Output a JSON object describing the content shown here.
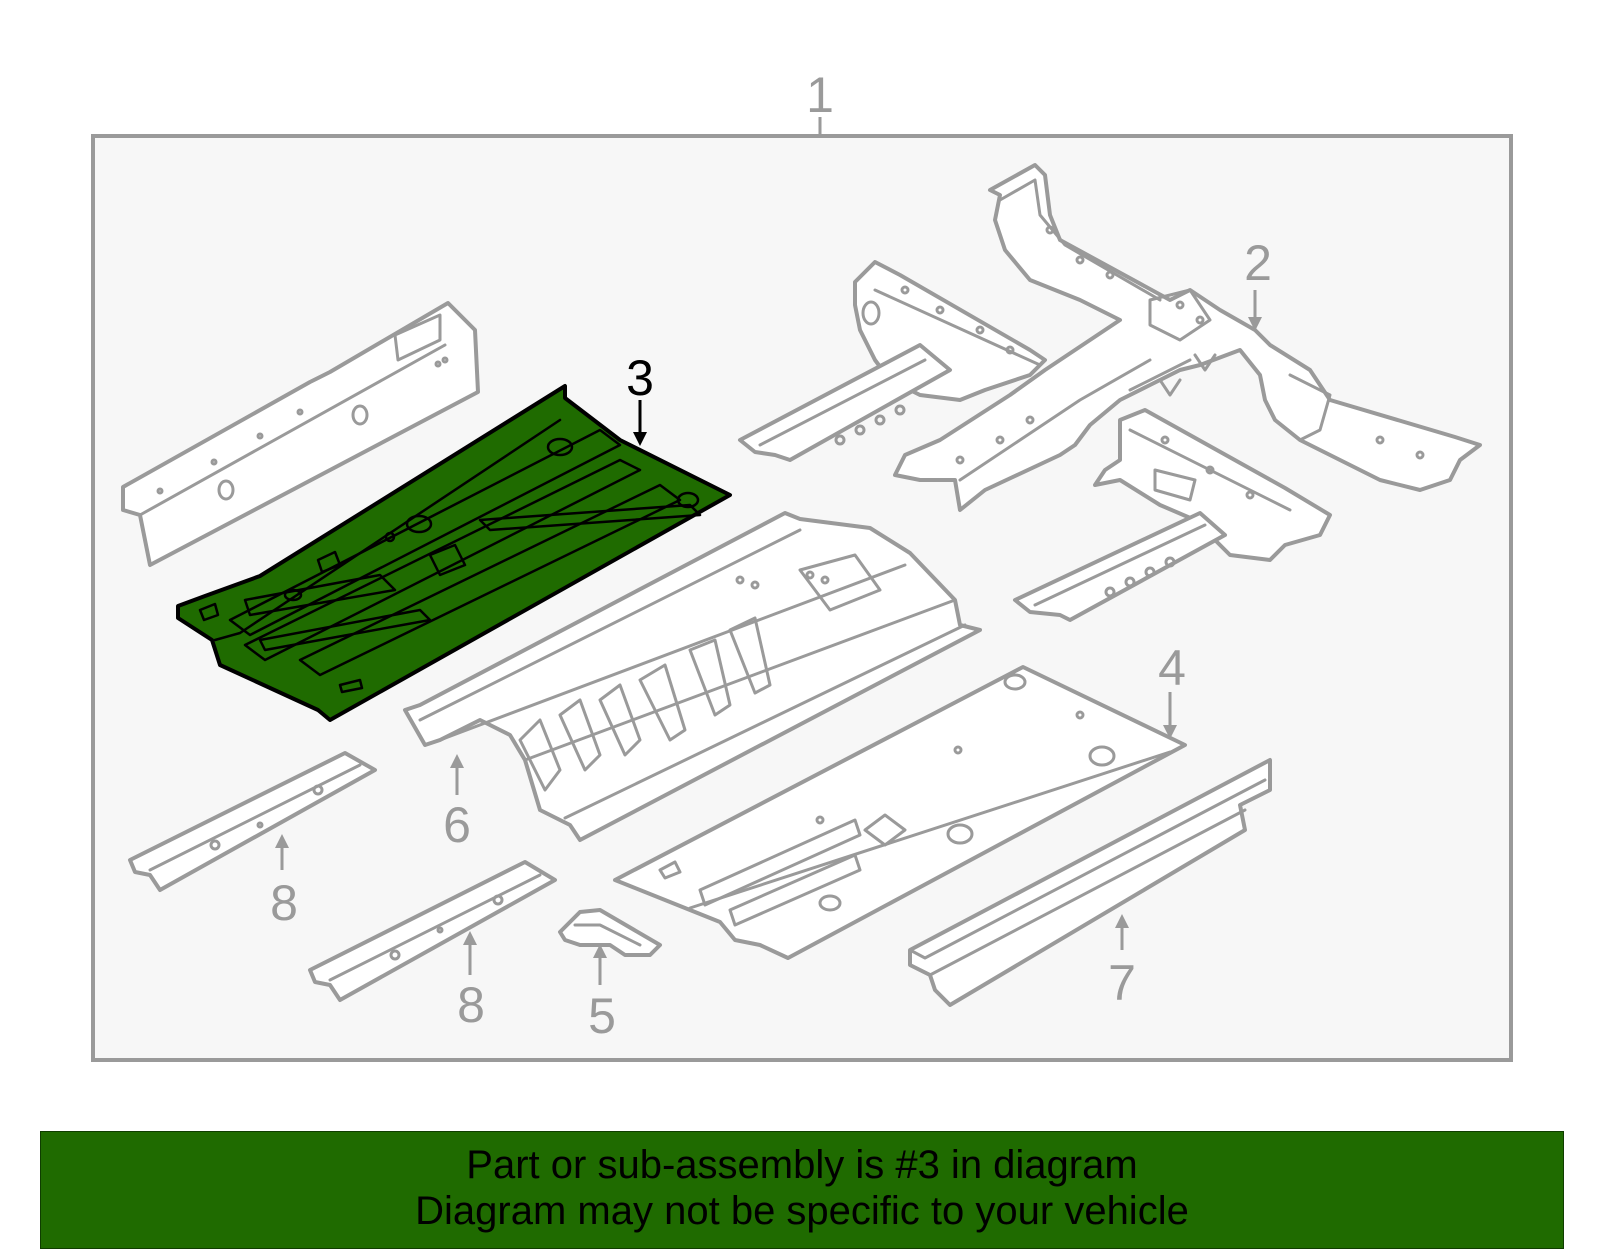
{
  "diagram": {
    "highlighted_part": "3",
    "callouts": [
      {
        "id": "1",
        "label": "1"
      },
      {
        "id": "2",
        "label": "2"
      },
      {
        "id": "3",
        "label": "3"
      },
      {
        "id": "4",
        "label": "4"
      },
      {
        "id": "5",
        "label": "5"
      },
      {
        "id": "6",
        "label": "6"
      },
      {
        "id": "7",
        "label": "7"
      },
      {
        "id": "8a",
        "label": "8"
      },
      {
        "id": "8b",
        "label": "8"
      }
    ],
    "colors": {
      "highlight_fill": "#1f6b00",
      "outline": "#9a9a9a",
      "highlight_outline": "#000000",
      "banner": "#1f6b00"
    }
  },
  "banner": {
    "line1": "Part or sub-assembly is #3 in diagram",
    "line2": "Diagram may not be specific to your vehicle"
  }
}
